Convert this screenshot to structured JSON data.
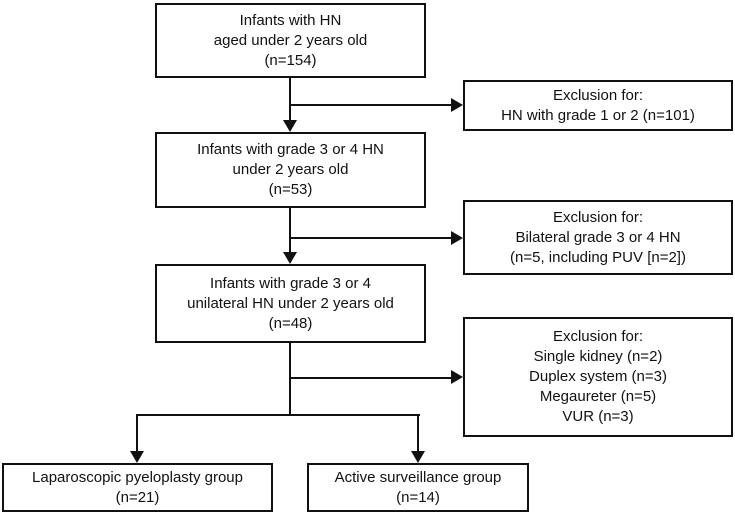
{
  "figure": {
    "type": "flowchart",
    "colors": {
      "background": "#ffffff",
      "border": "#111111",
      "text": "#111111",
      "line": "#111111"
    },
    "boxes": {
      "infants_hn": {
        "lines": [
          "Infants with HN",
          "aged under 2 years old",
          "(n=154)"
        ]
      },
      "exclusion_grade12": {
        "lines": [
          "Exclusion for:",
          "HN with grade 1 or 2 (n=101)"
        ]
      },
      "infants_grade34": {
        "lines": [
          "Infants with grade 3 or 4 HN",
          "under 2 years old",
          "(n=53)"
        ]
      },
      "exclusion_bilateral": {
        "lines": [
          "Exclusion for:",
          "Bilateral grade 3 or 4 HN",
          "(n=5, including PUV [n=2])"
        ]
      },
      "infants_unilateral": {
        "lines": [
          "Infants with grade 3 or 4",
          "unilateral HN under 2 years old",
          "(n=48)"
        ]
      },
      "exclusion_other": {
        "lines": [
          "Exclusion for:",
          "Single kidney (n=2)",
          "Duplex system (n=3)",
          "Megaureter (n=5)",
          "VUR (n=3)"
        ]
      },
      "pyeloplasty_group": {
        "lines": [
          "Laparoscopic pyeloplasty group",
          "(n=21)"
        ]
      },
      "surveillance_group": {
        "lines": [
          "Active surveillance group",
          "(n=14)"
        ]
      }
    }
  }
}
